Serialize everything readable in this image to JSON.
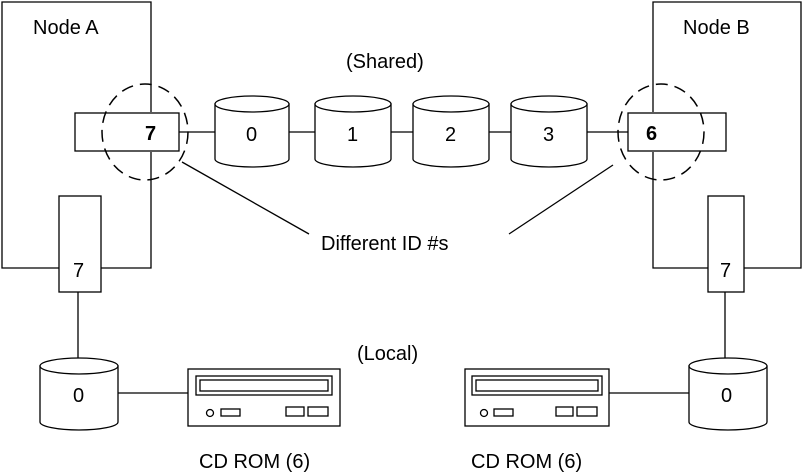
{
  "diagram": {
    "node_a_label": "Node A",
    "node_b_label": "Node B",
    "shared_label": "(Shared)",
    "local_label": "(Local)",
    "callout_label": "Different ID #s",
    "node_a_shared_adapter_id": "7",
    "node_b_shared_adapter_id": "6",
    "shared_disks": [
      "0",
      "1",
      "2",
      "3"
    ],
    "node_a_local_adapter_id": "7",
    "node_b_local_adapter_id": "7",
    "node_a_local_disk_id": "0",
    "node_b_local_disk_id": "0",
    "cdrom_left_label": "CD ROM (6)",
    "cdrom_right_label": "CD ROM (6)"
  }
}
